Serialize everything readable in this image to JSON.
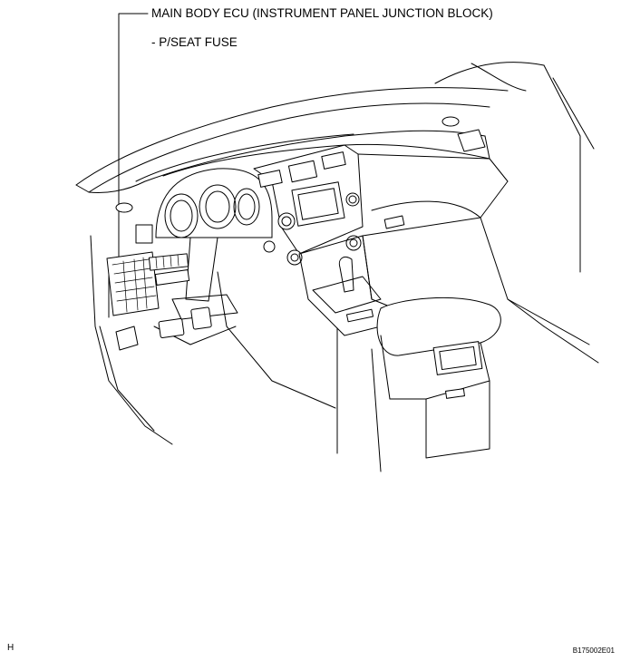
{
  "callout": {
    "title": "MAIN BODY ECU (INSTRUMENT PANEL JUNCTION BLOCK)",
    "subtitle": "- P/SEAT FUSE"
  },
  "footer": {
    "left_code": "H",
    "right_code": "B175002E01"
  },
  "illustration": {
    "subject-icon": "vehicle-interior-dashboard-icon",
    "highlighted_component": "junction-block-icon"
  }
}
